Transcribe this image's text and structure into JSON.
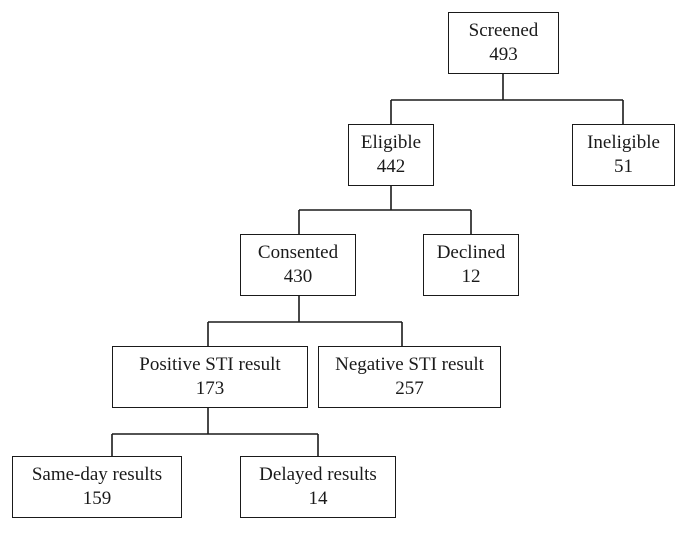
{
  "flowchart": {
    "screened": {
      "label": "Screened",
      "count": "493"
    },
    "eligible": {
      "label": "Eligible",
      "count": "442"
    },
    "ineligible": {
      "label": "Ineligible",
      "count": "51"
    },
    "consented": {
      "label": "Consented",
      "count": "430"
    },
    "declined": {
      "label": "Declined",
      "count": "12"
    },
    "positive": {
      "label": "Positive STI result",
      "count": "173"
    },
    "negative": {
      "label": "Negative STI result",
      "count": "257"
    },
    "sameday": {
      "label": "Same-day results",
      "count": "159"
    },
    "delayed": {
      "label": "Delayed results",
      "count": "14"
    }
  }
}
